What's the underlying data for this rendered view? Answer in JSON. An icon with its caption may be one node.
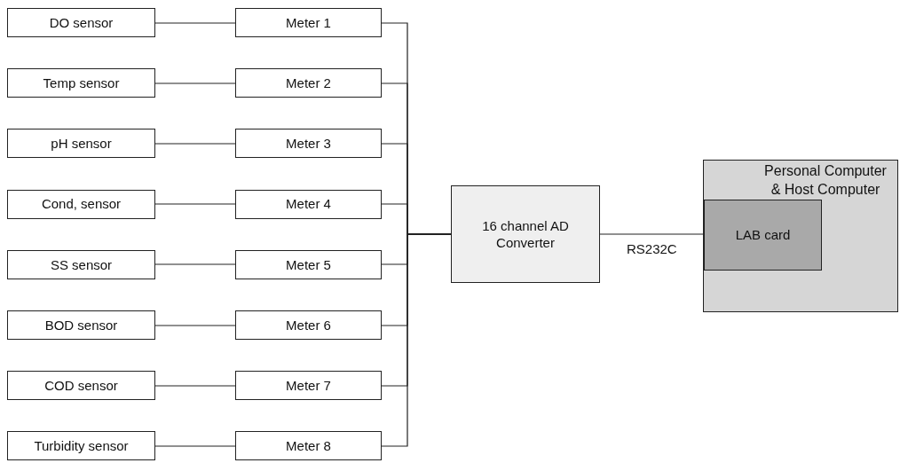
{
  "diagram": {
    "nodes": [
      {
        "text": [
          "DO sensor"
        ]
      },
      {
        "text": [
          "Meter 1"
        ]
      },
      {
        "text": [
          "Temp sensor"
        ]
      },
      {
        "text": [
          "Meter 2"
        ]
      },
      {
        "text": [
          "pH sensor"
        ]
      },
      {
        "text": [
          "Meter 3"
        ]
      },
      {
        "text": [
          "Cond, sensor"
        ]
      },
      {
        "text": [
          "Meter 4"
        ]
      },
      {
        "text": [
          "SS sensor"
        ]
      },
      {
        "text": [
          "Meter 5"
        ]
      },
      {
        "text": [
          "BOD sensor"
        ]
      },
      {
        "text": [
          "Meter 6"
        ]
      },
      {
        "text": [
          "COD sensor"
        ]
      },
      {
        "text": [
          "Meter 7"
        ]
      },
      {
        "text": [
          "Turbidity sensor"
        ]
      },
      {
        "text": [
          "Meter 8"
        ]
      },
      {
        "text": [
          "16 channel AD Converter"
        ]
      },
      {
        "text": [
          "Personal Computer & Host Computer"
        ]
      },
      {
        "text": [
          "LAB card"
        ],
        "in": 17
      }
    ],
    "edges": [
      {
        "from": 0,
        "to": 1,
        "arrow": "none"
      },
      {
        "from": 2,
        "to": 3,
        "arrow": "none"
      },
      {
        "from": 4,
        "to": 5,
        "arrow": "none"
      },
      {
        "from": 6,
        "to": 7,
        "arrow": "none"
      },
      {
        "from": 8,
        "to": 9,
        "arrow": "none"
      },
      {
        "from": 10,
        "to": 11,
        "arrow": "none"
      },
      {
        "from": 12,
        "to": 13,
        "arrow": "none"
      },
      {
        "from": 14,
        "to": 15,
        "arrow": "none"
      },
      {
        "from": 1,
        "to": 16,
        "arrow": "none"
      },
      {
        "from": 3,
        "to": 16,
        "arrow": "none"
      },
      {
        "from": 5,
        "to": 16,
        "arrow": "none"
      },
      {
        "from": 7,
        "to": 16,
        "arrow": "none"
      },
      {
        "from": 9,
        "to": 16,
        "arrow": "none"
      },
      {
        "from": 11,
        "to": 16,
        "arrow": "none"
      },
      {
        "from": 13,
        "to": 16,
        "arrow": "none"
      },
      {
        "from": 15,
        "to": 16,
        "arrow": "none"
      },
      {
        "from": 16,
        "to": 18,
        "arrow": "none",
        "label": "RS232C"
      }
    ]
  }
}
